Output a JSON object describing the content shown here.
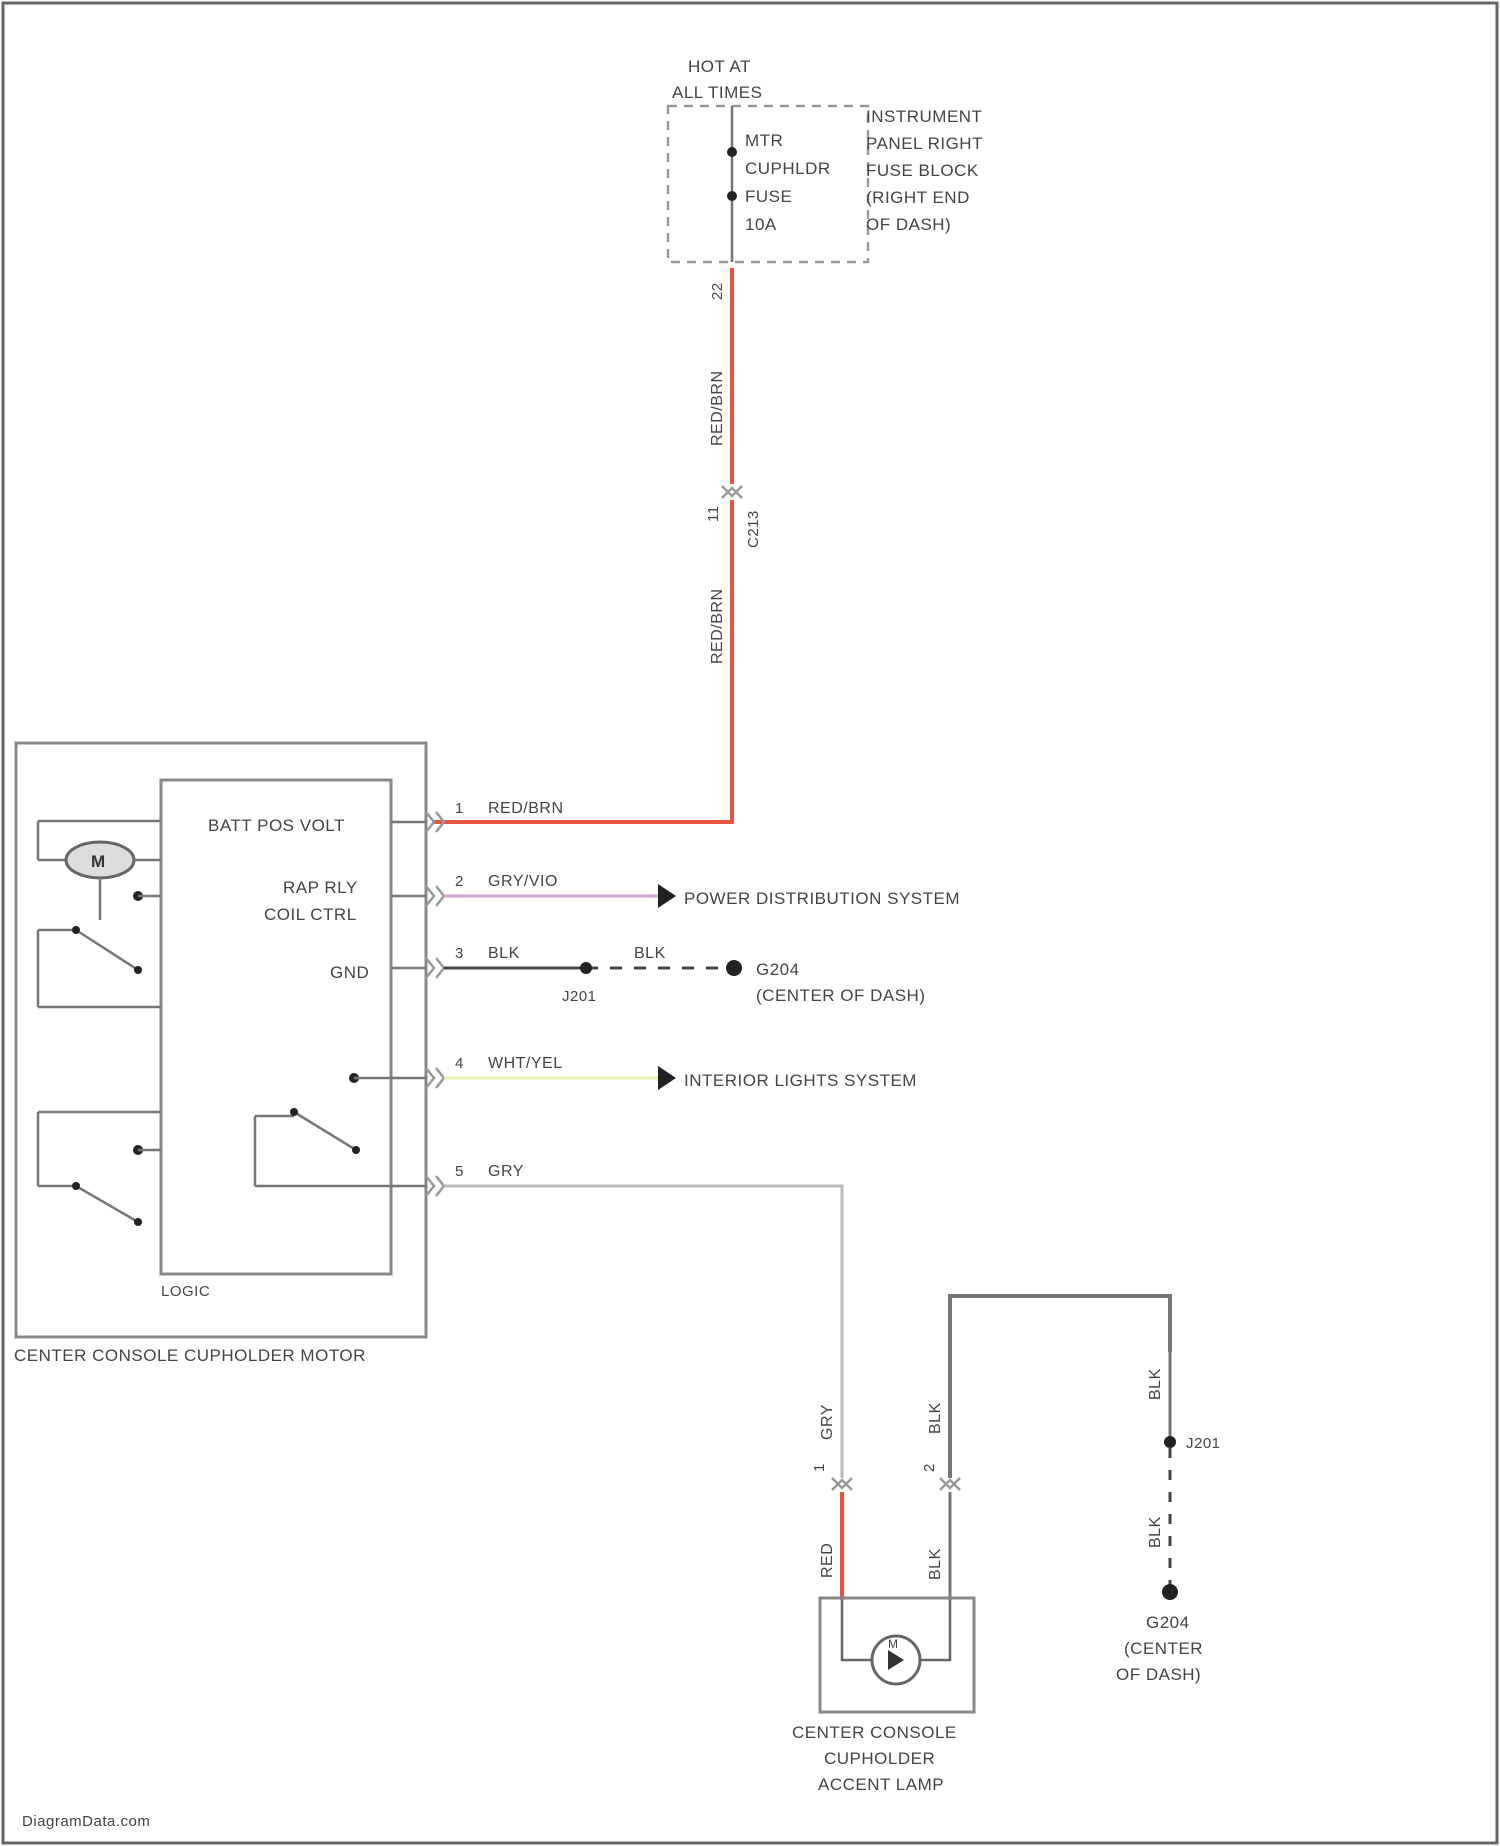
{
  "fuse_block": {
    "header_line1": "HOT AT",
    "header_line2": "ALL TIMES",
    "fuse_line1": "MTR",
    "fuse_line2": "CUPHLDR",
    "fuse_line3": "FUSE",
    "fuse_line4": "10A",
    "location_line1": "INSTRUMENT",
    "location_line2": "PANEL RIGHT",
    "location_line3": "FUSE BLOCK",
    "location_line4": "(RIGHT END",
    "location_line5": "OF DASH)",
    "terminal": "22"
  },
  "connector_c213": {
    "name": "C213",
    "pin": "11",
    "wire_upper": "RED/BRN",
    "wire_lower": "RED/BRN"
  },
  "motor": {
    "label": "CENTER CONSOLE CUPHOLDER MOTOR",
    "logic_label": "LOGIC",
    "motor_symbol": "M",
    "pins": [
      {
        "num": "1",
        "name": "BATT POS VOLT",
        "wire": "RED/BRN",
        "color": "#e8553e"
      },
      {
        "num": "2",
        "name_line1": "RAP RLY",
        "name_line2": "COIL CTRL",
        "wire": "GRY/VIO",
        "color": "#d9a0d9",
        "dest": "POWER DISTRIBUTION SYSTEM"
      },
      {
        "num": "3",
        "name": "GND",
        "wire": "BLK",
        "color": "#444444",
        "splice": "J201",
        "wire2": "BLK",
        "ground": "G204",
        "ground_loc": "(CENTER OF DASH)"
      },
      {
        "num": "4",
        "wire": "WHT/YEL",
        "color": "#e8efb0",
        "dest": "INTERIOR LIGHTS SYSTEM"
      },
      {
        "num": "5",
        "wire": "GRY",
        "color": "#bbbbbb"
      }
    ]
  },
  "lamp": {
    "label_line1": "CENTER CONSOLE",
    "label_line2": "CUPHOLDER",
    "label_line3": "ACCENT LAMP",
    "symbol": "M",
    "pin1": "1",
    "pin1_wire_upper": "GRY",
    "pin1_wire_lower": "RED",
    "pin2": "2",
    "pin2_wire_upper": "BLK",
    "pin2_wire_lower": "BLK"
  },
  "ground_branch": {
    "wire_upper": "BLK",
    "splice": "J201",
    "wire_lower": "BLK",
    "ground": "G204",
    "ground_loc_line1": "(CENTER",
    "ground_loc_line2": "OF DASH)"
  },
  "colors": {
    "red": "#e8553e",
    "violet": "#d9a0d9",
    "yellow": "#e8efb0",
    "gray": "#bbbbbb",
    "black": "#444444"
  },
  "watermark": "DiagramData.com"
}
